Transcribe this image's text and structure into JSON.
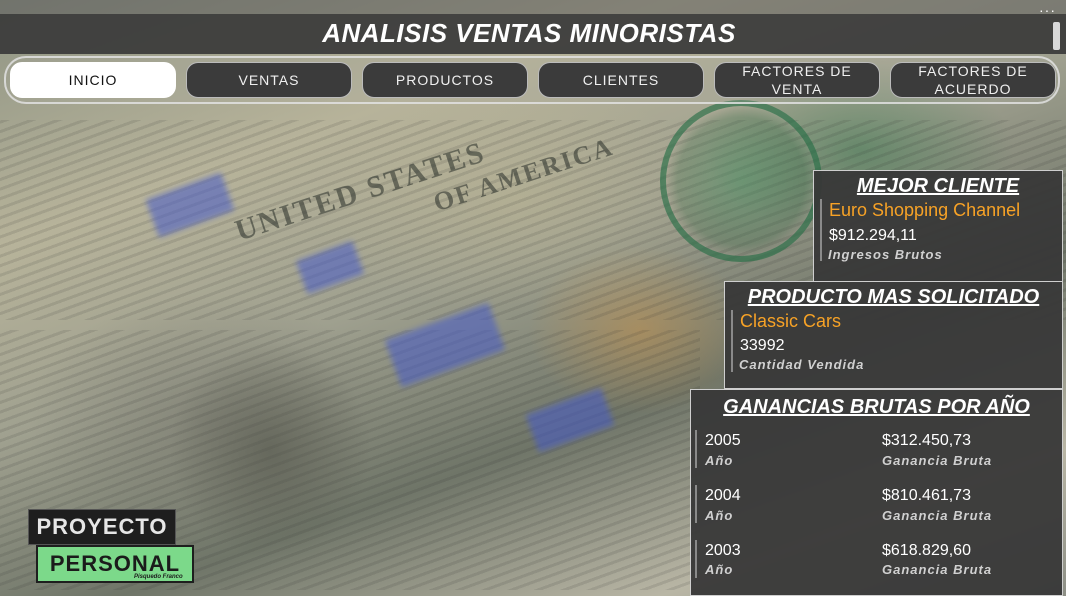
{
  "header": {
    "title": "ANALISIS VENTAS MINORISTAS",
    "menu_dots": "···"
  },
  "nav": {
    "items": [
      {
        "label": "INICIO",
        "active": true
      },
      {
        "label": "VENTAS"
      },
      {
        "label": "PRODUCTOS"
      },
      {
        "label": "CLIENTES"
      },
      {
        "label": "FACTORES DE VENTA"
      },
      {
        "label": "FACTORES DE ACUERDO"
      }
    ]
  },
  "best_customer": {
    "title": "MEJOR CLIENTE",
    "name": "Euro Shopping Channel",
    "value": "$912.294,11",
    "caption": "Ingresos Brutos"
  },
  "top_product": {
    "title": "PRODUCTO MAS SOLICITADO",
    "name": "Classic Cars",
    "value": "33992",
    "caption": "Cantidad Vendida"
  },
  "yearly_profit": {
    "title": "GANANCIAS BRUTAS POR AÑO",
    "year_caption": "Año",
    "profit_caption": "Ganancia Bruta",
    "rows": [
      {
        "year": "2005",
        "profit": "$312.450,73"
      },
      {
        "year": "2004",
        "profit": "$810.461,73"
      },
      {
        "year": "2003",
        "profit": "$618.829,60"
      }
    ]
  },
  "logo": {
    "line1": "PROYECTO",
    "line2": "PERSONAL",
    "signature": "Pisquedo Franco"
  },
  "colors": {
    "accent": "#f7a226",
    "panel": "#383838",
    "logo_green": "#7cd98a"
  }
}
